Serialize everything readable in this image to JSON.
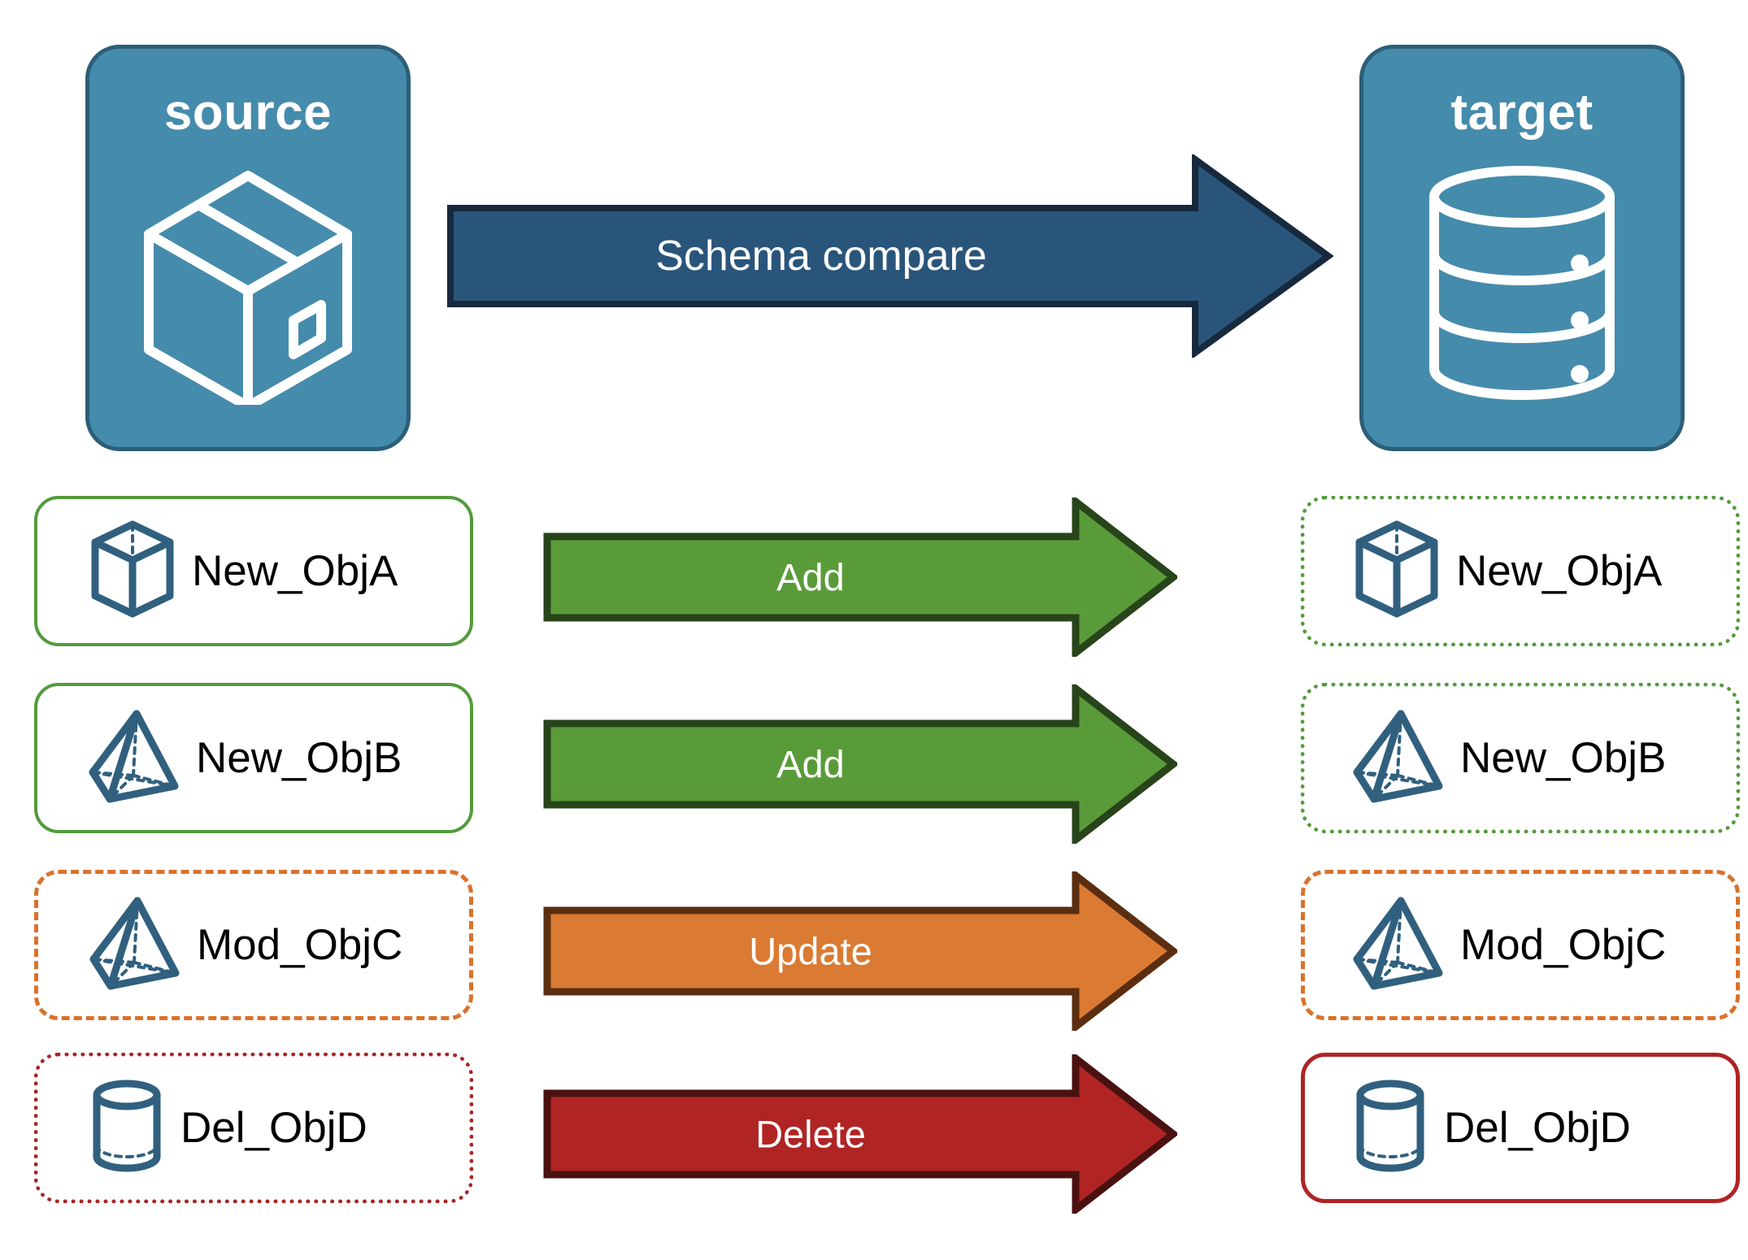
{
  "diagram": {
    "title_source": "source",
    "title_target": "target",
    "compare_arrow_label": "Schema compare",
    "colors": {
      "endpoint_fill": "#458BAC",
      "endpoint_border": "#2C5F78",
      "compare_arrow_fill": "#2A557A",
      "compare_arrow_border": "#17293D",
      "add_fill": "#5A9B39",
      "add_border": "#28441A",
      "update_fill": "#DB7A32",
      "update_border": "#5B2E11",
      "delete_fill": "#B02424",
      "delete_border": "#4A1111",
      "object_icon": "#31607F",
      "green": "#539B3C",
      "orange": "#D9722C",
      "red": "#A92424"
    },
    "endpoints": [
      {
        "name": "source",
        "icon": "package-box-icon"
      },
      {
        "name": "target",
        "icon": "database-cylinder-icon"
      }
    ],
    "rows": [
      {
        "action": "Add",
        "source": {
          "label": "New_ObjA",
          "icon": "wireframe-cube-icon",
          "border_style": "solid-green"
        },
        "target": {
          "label": "New_ObjA",
          "icon": "wireframe-cube-icon",
          "border_style": "dotted-green"
        }
      },
      {
        "action": "Add",
        "source": {
          "label": "New_ObjB",
          "icon": "wireframe-pyramid-icon",
          "border_style": "solid-green"
        },
        "target": {
          "label": "New_ObjB",
          "icon": "wireframe-pyramid-icon",
          "border_style": "dotted-green"
        }
      },
      {
        "action": "Update",
        "source": {
          "label": "Mod_ObjC",
          "icon": "wireframe-pyramid-icon",
          "border_style": "dashed-orange"
        },
        "target": {
          "label": "Mod_ObjC",
          "icon": "wireframe-pyramid-icon",
          "border_style": "dashed-orange"
        }
      },
      {
        "action": "Delete",
        "source": {
          "label": "Del_ObjD",
          "icon": "wireframe-cylinder-icon",
          "border_style": "dotted-red"
        },
        "target": {
          "label": "Del_ObjD",
          "icon": "wireframe-cylinder-icon",
          "border_style": "solid-red"
        }
      }
    ]
  }
}
